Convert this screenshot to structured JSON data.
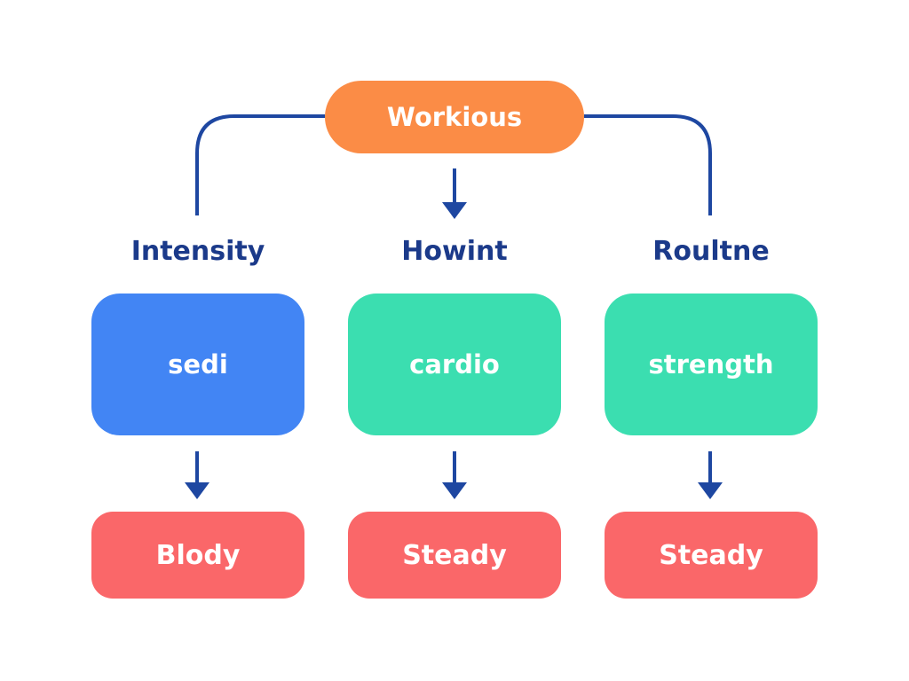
{
  "root": {
    "label": "Workious",
    "color": "#FB8C46"
  },
  "columns": [
    {
      "header": "Intensity",
      "box": {
        "label": "sedi",
        "color": "#4285F4"
      },
      "result": {
        "label": "Blody",
        "color": "#FA6769"
      }
    },
    {
      "header": "Howint",
      "box": {
        "label": "cardio",
        "color": "#3BDEB0"
      },
      "result": {
        "label": "Steady",
        "color": "#FA6769"
      }
    },
    {
      "header": "Roultne",
      "box": {
        "label": "strength",
        "color": "#3BDEB0"
      },
      "result": {
        "label": "Steady",
        "color": "#FA6769"
      }
    }
  ],
  "colors": {
    "connector": "#1E47A1",
    "header_text": "#1B3A8A",
    "node_text": "#FFFFFF",
    "background": "#FFFFFF"
  }
}
